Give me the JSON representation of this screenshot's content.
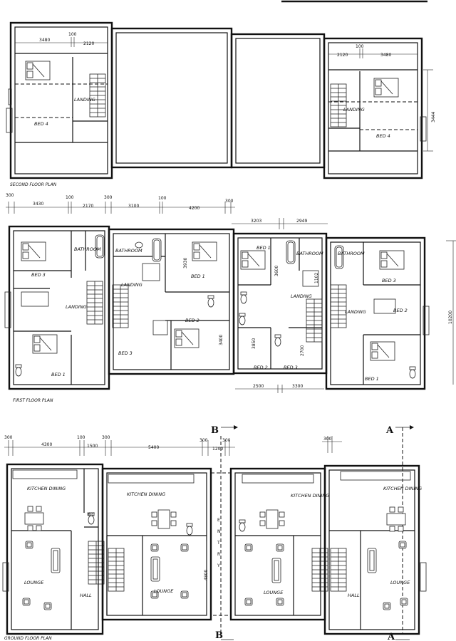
{
  "plans": {
    "second": {
      "title": "SECOND FLOOR PLAN",
      "dims_left": [
        "3480",
        "100",
        "2120"
      ],
      "dims_right": [
        "2120",
        "100",
        "3480"
      ],
      "dim_side": "3444",
      "rooms": [
        "LANDING",
        "BED 4",
        "LANDING",
        "BED 4"
      ]
    },
    "first": {
      "title": "FIRST FLOOR PLAN",
      "dims_top": [
        "300",
        "3430",
        "100",
        "2170",
        "300",
        "3100",
        "100",
        "4200",
        "300"
      ],
      "dims_top2": [
        "3203",
        "2949"
      ],
      "dims_internal": [
        "3930",
        "3400",
        "3600",
        "3850",
        "2700",
        "1102"
      ],
      "dims_bottom": [
        "2500",
        "3300"
      ],
      "dim_side": "10200",
      "rooms": [
        "BATHROOM",
        "BED 3",
        "LANDING",
        "BED 1",
        "BATHROOM",
        "LANDING",
        "BED 1",
        "BED 2",
        "BED 3",
        "BED 1",
        "BATHROOM",
        "LANDING",
        "BED 2",
        "BED 3",
        "BATHROOM",
        "BED 3",
        "LANDING",
        "BED 2",
        "BED 1"
      ]
    },
    "ground": {
      "title": "GROUND FLOOR PLAN",
      "dims_top_left": [
        "300",
        "4300",
        "100",
        "1500",
        "300",
        "5400",
        "300",
        "300",
        "1200"
      ],
      "dims_top_right": [
        "300"
      ],
      "dim_entry": "4800",
      "entry_letters": [
        "E",
        "N",
        "T",
        "R",
        "Y"
      ],
      "rooms": [
        "KITCHEN DINING",
        "WC",
        "LOUNGE",
        "HALL",
        "KITCHEN DINING",
        "LOUNGE",
        "KITCHEN DINING",
        "LOUNGE",
        "KITCHEN DINING",
        "HALL",
        "LOUNGE"
      ],
      "section_markers": [
        "B",
        "B",
        "A",
        "A"
      ]
    }
  }
}
